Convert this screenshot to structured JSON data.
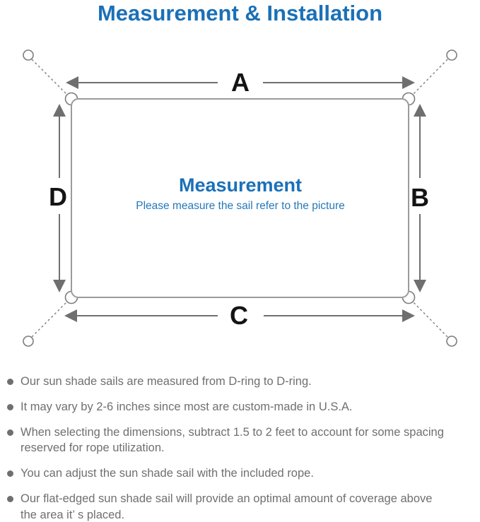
{
  "title": "Measurement & Installation",
  "diagram": {
    "dimension_labels": {
      "top": "A",
      "right": "B",
      "bottom": "C",
      "left": "D"
    },
    "center_title": "Measurement",
    "center_subtitle": "Please measure the sail refer to the picture"
  },
  "notes": {
    "items": [
      "Our sun shade sails are measured from D-ring to D-ring.",
      "It may vary by 2-6 inches since most are custom-made in U.S.A.",
      "When selecting the dimensions, subtract 1.5 to 2 feet to account for some spacing\nreserved for rope utilization.",
      "You can adjust the sun shade sail with the included rope.",
      "Our flat-edged sun shade sail will provide an optimal amount of coverage above\nthe area it’ s placed."
    ]
  },
  "colors": {
    "accent_blue": "#1b70b7",
    "subtitle_blue": "#2478b8",
    "note_gray": "#6f6f6f",
    "line_gray": "#7d7d7d",
    "sail_outline_gray": "#9b9b9b",
    "label_black": "#141414"
  }
}
